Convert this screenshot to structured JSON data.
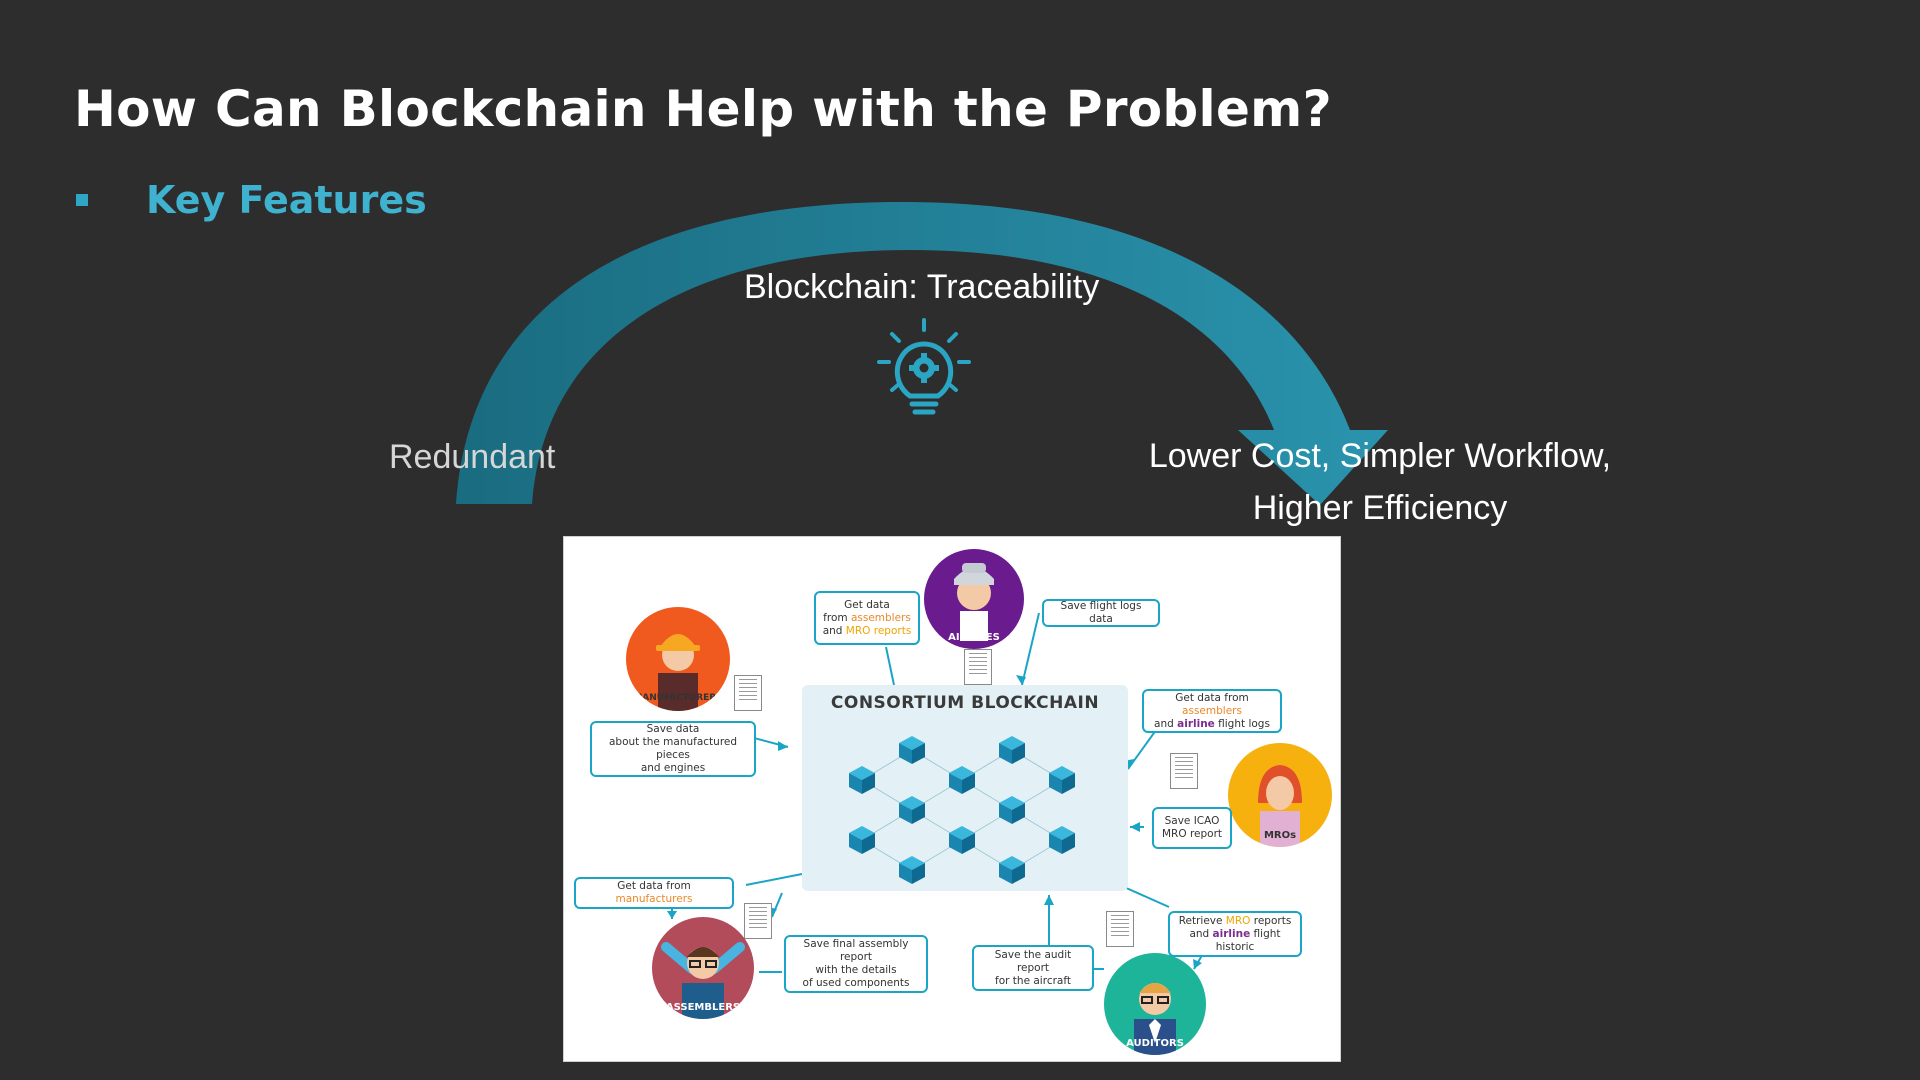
{
  "slide": {
    "title": "How Can Blockchain Help with the Problem?",
    "bullet": "Key Features",
    "arc_label_top": "Blockchain: Traceability",
    "arc_label_left": "Redundant",
    "arc_label_right_line1": "Lower Cost, Simpler Workflow,",
    "arc_label_right_line2": "Higher Efficiency",
    "icon": "lightbulb-gear-icon"
  },
  "diagram": {
    "center_title": "CONSORTIUM BLOCKCHAIN",
    "actors": {
      "airlines": "AIRLINES",
      "manufacturers": "MANUFACTURERS",
      "mros": "MROs",
      "assemblers": "ASSEMBLERS",
      "auditors": "AUDITORS"
    },
    "boxes": {
      "airline_get_1": "Get data",
      "airline_get_2": "from ",
      "airline_get_2b": "assemblers",
      "airline_get_3": "and ",
      "airline_get_3b": "MRO reports",
      "airline_save": "Save flight logs data",
      "manuf_save_1": "Save data",
      "manuf_save_2": "about the manufactured pieces",
      "manuf_save_3": "and engines",
      "mro_get_1": "Get data from ",
      "mro_get_1b": "assemblers",
      "mro_get_2": "and ",
      "mro_get_2b": "airline",
      "mro_get_2c": " flight logs",
      "mro_save_1": "Save ICAO",
      "mro_save_2": "MRO report",
      "asm_get_1": "Get data from ",
      "asm_get_1b": "manufacturers",
      "asm_save_1": "Save final assembly report",
      "asm_save_2": "with the details",
      "asm_save_3": "of used components",
      "aud_save_1": "Save the audit report",
      "aud_save_2": "for the aircraft",
      "aud_get_1": "Retrieve ",
      "aud_get_1b": "MRO",
      "aud_get_1c": " reports",
      "aud_get_2": "and ",
      "aud_get_2b": "airline",
      "aud_get_2c": " flight historic"
    },
    "colors": {
      "accent": "#1aa5c6",
      "arc": "#1f7f96",
      "airlines": "#6a1b8e",
      "manufacturers": "#f05a1e",
      "mros": "#f6b10e",
      "assemblers": "#b24b5a",
      "auditors": "#1db49a"
    }
  }
}
